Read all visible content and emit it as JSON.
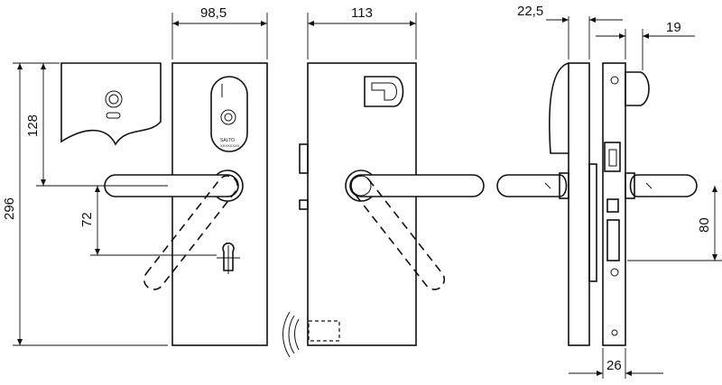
{
  "dimensions": {
    "front_width": "98,5",
    "side_width": "113",
    "offset_top": "22,5",
    "cylinder_depth": "19",
    "height_total": "296",
    "height_reader": "128",
    "handle_to_cylinder": "72",
    "lock_distance": "80",
    "forend_width": "26"
  },
  "reader_label_line1": "SALTO",
  "reader_label_line2": "XXXXXXXX"
}
